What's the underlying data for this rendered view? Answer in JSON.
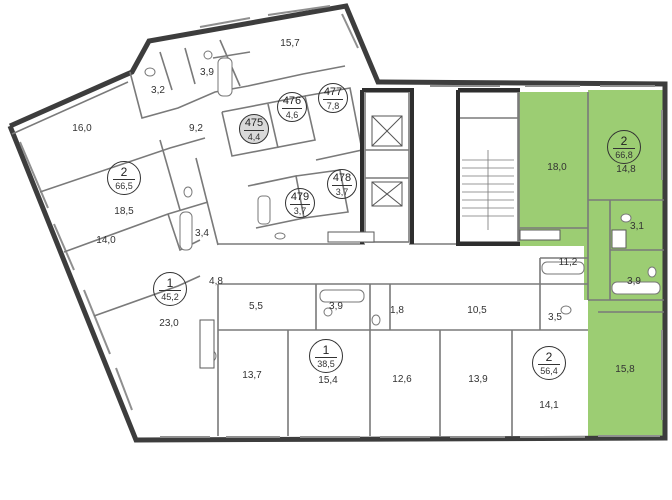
{
  "colors": {
    "wall": "#3d3d3d",
    "window": "#8f8f8f",
    "highlight": "#9ccd73",
    "room_border": "#7a7a7a",
    "badge_fill": "#d9d9d9"
  },
  "rooms": [
    {
      "id": "r157",
      "label": "15,7"
    },
    {
      "id": "r39a",
      "label": "3,9"
    },
    {
      "id": "r32",
      "label": "3,2"
    },
    {
      "id": "r160",
      "label": "16,0"
    },
    {
      "id": "r92",
      "label": "9,2"
    },
    {
      "id": "r185",
      "label": "18,5"
    },
    {
      "id": "r34",
      "label": "3,4"
    },
    {
      "id": "r140",
      "label": "14,0"
    },
    {
      "id": "r48",
      "label": "4,8"
    },
    {
      "id": "r230",
      "label": "23,0"
    },
    {
      "id": "r137",
      "label": "13,7"
    },
    {
      "id": "r55",
      "label": "5,5"
    },
    {
      "id": "r39b",
      "label": "3,9"
    },
    {
      "id": "r154",
      "label": "15,4"
    },
    {
      "id": "r18",
      "label": "1,8"
    },
    {
      "id": "r126",
      "label": "12,6"
    },
    {
      "id": "r105",
      "label": "10,5"
    },
    {
      "id": "r139",
      "label": "13,9"
    },
    {
      "id": "r35",
      "label": "3,5"
    },
    {
      "id": "r141",
      "label": "14,1"
    },
    {
      "id": "r180",
      "label": "18,0"
    },
    {
      "id": "r148",
      "label": "14,8"
    },
    {
      "id": "r112",
      "label": "11,2"
    },
    {
      "id": "r31",
      "label": "3,1"
    },
    {
      "id": "r39c",
      "label": "3,9"
    },
    {
      "id": "r158",
      "label": "15,8"
    }
  ],
  "apartments": [
    {
      "id": "a2top",
      "rooms": "2",
      "area": "66,8"
    },
    {
      "id": "a2left",
      "rooms": "2",
      "area": "66,5"
    },
    {
      "id": "a1left",
      "rooms": "1",
      "area": "45,2"
    },
    {
      "id": "a1mid",
      "rooms": "1",
      "area": "38,5"
    },
    {
      "id": "a2bot",
      "rooms": "2",
      "area": "56,4"
    }
  ],
  "storage": [
    {
      "id": "s475",
      "number": "475",
      "area": "4,4"
    },
    {
      "id": "s476",
      "number": "476",
      "area": "4,6"
    },
    {
      "id": "s477",
      "number": "477",
      "area": "7,8"
    },
    {
      "id": "s478",
      "number": "478",
      "area": "3,7"
    },
    {
      "id": "s479",
      "number": "479",
      "area": "3,7"
    }
  ]
}
